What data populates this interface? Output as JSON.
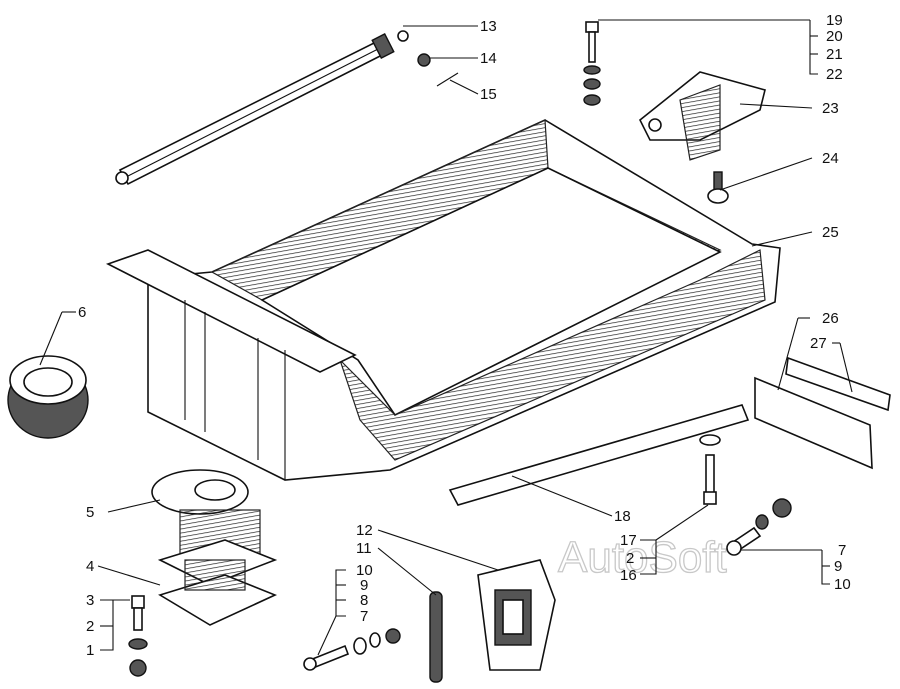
{
  "diagram": {
    "type": "exploded-parts-diagram",
    "watermark": "AutoSoft",
    "callouts": {
      "c13": "13",
      "c14": "14",
      "c15": "15",
      "c19": "19",
      "c20": "20",
      "c21": "21",
      "c22": "22",
      "c23": "23",
      "c24": "24",
      "c25": "25",
      "c6": "6",
      "c26": "26",
      "c27": "27",
      "c5": "5",
      "c18": "18",
      "c4": "4",
      "c17": "17",
      "c2b": "2",
      "c16": "16",
      "c3": "3",
      "c2": "2",
      "c1": "1",
      "c12": "12",
      "c11": "11",
      "c10": "10",
      "c9": "9",
      "c8": "8",
      "c7": "7",
      "c7b": "7",
      "c9b": "9",
      "c10b": "10"
    }
  }
}
